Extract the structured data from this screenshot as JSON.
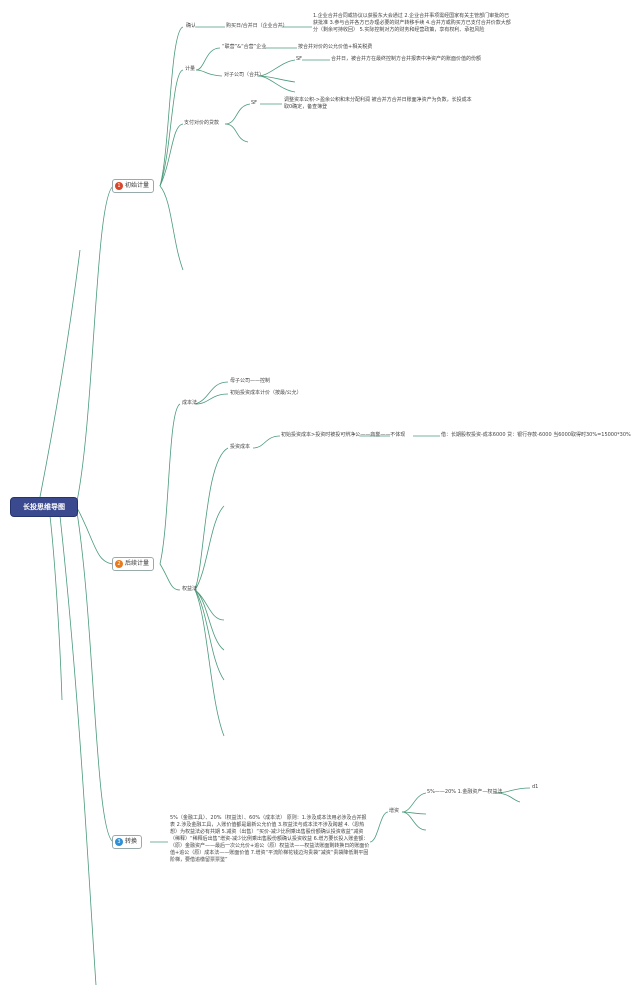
{
  "root": "长投思维导图",
  "branches": [
    {
      "num": "1",
      "label": "初始计量",
      "color": "#d9472b"
    },
    {
      "num": "2",
      "label": "后续计量",
      "color": "#e87a1e"
    },
    {
      "num": "3",
      "label": "转换",
      "color": "#2d8fd6"
    }
  ],
  "b1": {
    "confirm": "确认",
    "purchase_date": "购买日/合并日（企业合并）",
    "purchase_desc": "1.企业合并合同或协议以获股东大会通过 2.企业合并事项需经国家有关主管部门审批的已获批准 3.参与合并各方已办理必要的财产转移手续 4.合并方或购买方已支付合并价款大部分（剩余可持收回） 5.实际控制对方的财务和经营政策，享有权利、承担风险",
    "measure": "计量",
    "non_same": "“联营”&“合营”企业",
    "non_same_desc": "按合并对价的公允价值+相关税费",
    "subsidiary": "对子公司（合并）",
    "same_tag": "SF",
    "same_desc": "合并日，被合并方在最终控制方合并报表中净资产的账面价值的份额",
    "paid": "支付对价的贷款",
    "paid_tag": "SF",
    "paid_desc": "调整资本公积->盈余公积和未分配利润 被合并方合并日账面净资产为负数，长投成本取0确定，备查簿登"
  },
  "b2": {
    "cost": "成本法",
    "cost_item1": "母子公司——控制",
    "cost_item2": "初始投资成本计价（按最/公允）",
    "equity": "权益法",
    "invest_cost": "投资成本",
    "invest_desc": "初始投资成本>投资时被投可辨净公——商誉——不体现",
    "invest_eg": "借：长期股权投资-成本6000 贷：银行存款-6000 当6000取得时30%=15000*30%"
  },
  "b3": {
    "desc": "5%（金融工具）、20%（权益法）、60%（成本法） 原则：1.涉及成本法用必涉及合并报表 2.涉及金融工具，入账价值都是最新公允价值 3.权益法与成本法不涉及跨越 4.（恩热想）为权益法必有共期 5.减资（出售）“买价-减少比例乘出售股份额确认投资收益”减资（稀释）“稀释后出售”增资-减少比例乘出售股份额确认投资收益 6.增方要长投入账金额： （原）金融资产——最后一次公允价+追公（原）权益法——权益法账面剩转换日的账面价值+追公（原）成本法——账面价值 7.增资“平流阶梯花钱边沟贵袋”减资“贵袋降低剩平固阶梯，要借追缴留票票鉴”",
    "increase": "增资",
    "increase_desc": "5%——20% 1.金融资产—权益法",
    "tag": "d1"
  }
}
